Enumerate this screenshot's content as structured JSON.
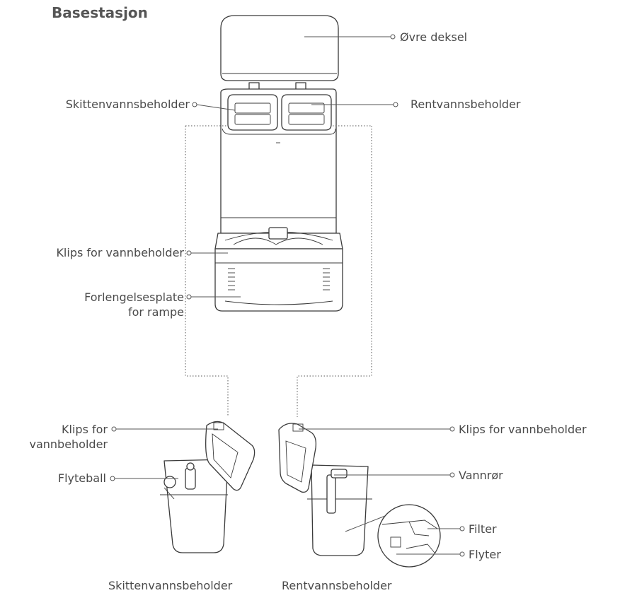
{
  "title": "Basestasjon",
  "labels": {
    "upper_cover": "Øvre deksel",
    "dirty_tank_top": "Skittenvannsbeholder",
    "clean_tank_top": "Rentvannsbeholder",
    "tank_clip_station": "Klips for vannbeholder",
    "ramp_extension": "Forlengelsesplate\nfor rampe",
    "dirty_clip": "Klips for\nvannbeholder",
    "clean_clip": "Klips for vannbeholder",
    "float_ball": "Flyteball",
    "water_pipe": "Vannrør",
    "filter": "Filter",
    "floater": "Flyter",
    "dirty_tank_caption": "Skittenvannsbeholder",
    "clean_tank_caption": "Rentvannsbeholder"
  }
}
